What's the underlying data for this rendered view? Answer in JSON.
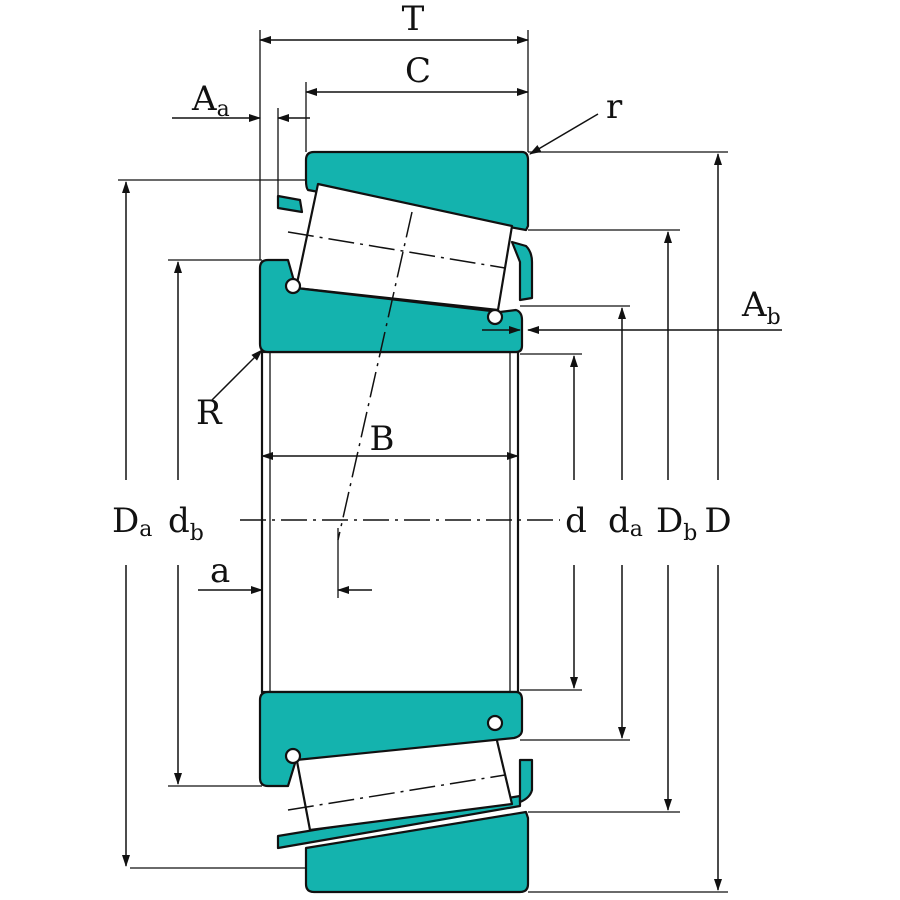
{
  "diagram": {
    "colors": {
      "ring_fill": "#14b3ae",
      "line": "#111111",
      "background": "#ffffff"
    },
    "labels": {
      "T": "T",
      "C": "C",
      "Aa": {
        "main": "A",
        "sub": "a"
      },
      "Ab": {
        "main": "A",
        "sub": "b"
      },
      "r": "r",
      "R": "R",
      "B": "B",
      "a": "a",
      "Da": {
        "main": "D",
        "sub": "a"
      },
      "db": {
        "main": "d",
        "sub": "b"
      },
      "d": "d",
      "da": {
        "main": "d",
        "sub": "a"
      },
      "Db": {
        "main": "D",
        "sub": "b"
      },
      "D": "D"
    }
  }
}
